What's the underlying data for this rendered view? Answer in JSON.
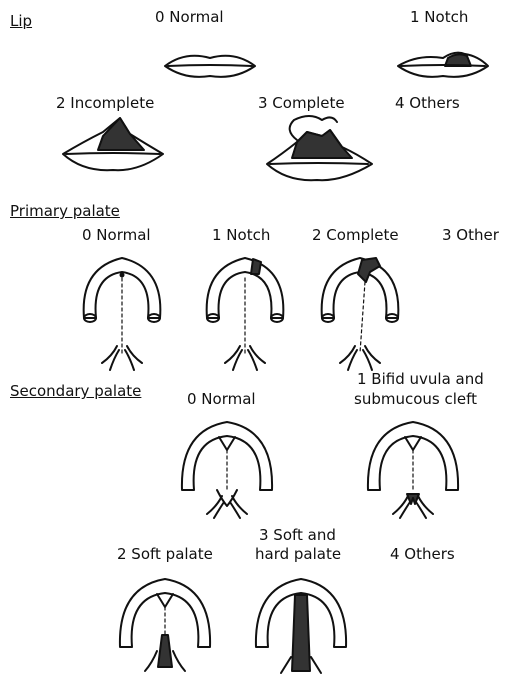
{
  "sections": {
    "lip": "Lip",
    "primary_palate": "Primary palate",
    "secondary_palate": "Secondary palate"
  },
  "lip": {
    "normal": "0  Normal",
    "notch": "1 Notch",
    "incomplete": "2 Incomplete",
    "complete": "3 Complete",
    "others": "4 Others"
  },
  "primary": {
    "normal": "0 Normal",
    "notch": "1 Notch",
    "complete": "2 Complete",
    "other": "3 Other"
  },
  "secondary": {
    "normal": "0 Normal",
    "bifid_line1": "1 Bifid uvula and",
    "bifid_line2": "submucous cleft",
    "soft": "2 Soft palate",
    "soft_hard_line1": "3 Soft and",
    "soft_hard_line2": "hard palate",
    "others": "4 Others"
  }
}
